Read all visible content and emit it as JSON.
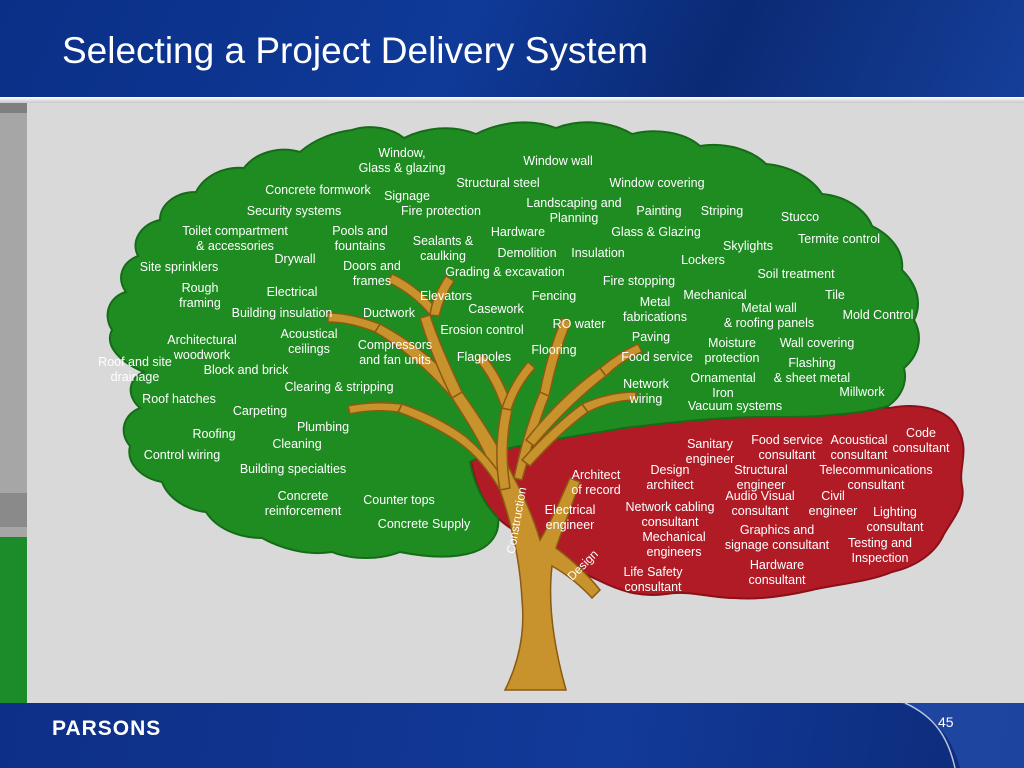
{
  "slide": {
    "title": "Selecting a Project Delivery System",
    "logo": "PARSONS",
    "page_number": "45"
  },
  "colors": {
    "header_blue": "#0f3a98",
    "canopy_green": "#1f8c22",
    "canopy_red": "#b11b26",
    "trunk_gold": "#c8922c",
    "label_white": "#ffffff"
  },
  "trunk_labels": {
    "construction": "Construction",
    "design": "Design"
  },
  "construction_labels": [
    "Window,\nGlass & glazing",
    "Window wall",
    "Concrete formwork",
    "Structural steel",
    "Window covering",
    "Signage",
    "Landscaping and\nPlanning",
    "Security systems",
    "Fire protection",
    "Painting",
    "Striping",
    "Stucco",
    "Toilet compartment\n& accessories",
    "Pools and\nfountains",
    "Sealants &\ncaulking",
    "Hardware",
    "Glass & Glazing",
    "Termite control",
    "Skylights",
    "Demolition",
    "Insulation",
    "Drywall",
    "Lockers",
    "Site sprinklers",
    "Doors and\nframes",
    "Grading & excavation",
    "Soil treatment",
    "Fire stopping",
    "Rough\nframing",
    "Electrical",
    "Elevators",
    "Fencing",
    "Mechanical",
    "Tile",
    "Casework",
    "Metal\nfabrications",
    "Metal wall\n& roofing panels",
    "Building insulation",
    "Ductwork",
    "Mold Control",
    "RO water",
    "Erosion control",
    "Acoustical\nceilings",
    "Paving",
    "Architectural\nwoodwork",
    "Compressors\nand fan units",
    "Moisture\nprotection",
    "Wall covering",
    "Flooring",
    "Roof and site\ndrainage",
    "Flagpoles",
    "Food service",
    "Flashing\n& sheet metal",
    "Block and brick",
    "Ornamental\nIron",
    "Clearing & stripping",
    "Network\nwiring",
    "Millwork",
    "Roof hatches",
    "Vacuum systems",
    "Carpeting",
    "Plumbing",
    "Roofing",
    "Cleaning",
    "Control wiring",
    "Building specialties",
    "Concrete\nreinforcement",
    "Counter tops",
    "Concrete Supply"
  ],
  "design_labels": [
    "Code\nconsultant",
    "Food service\nconsultant",
    "Acoustical\nconsultant",
    "Sanitary\nengineer",
    "Architect\nof record",
    "Design\narchitect",
    "Structural\nengineer",
    "Telecommunications\nconsultant",
    "Audio Visual\nconsultant",
    "Civil\nengineer",
    "Network cabling\nconsultant",
    "Lighting\nconsultant",
    "Electrical\nengineer",
    "Graphics and\nsignage consultant",
    "Mechanical\nengineers",
    "Testing and\nInspection",
    "Hardware\nconsultant",
    "Life Safety\nconsultant"
  ]
}
